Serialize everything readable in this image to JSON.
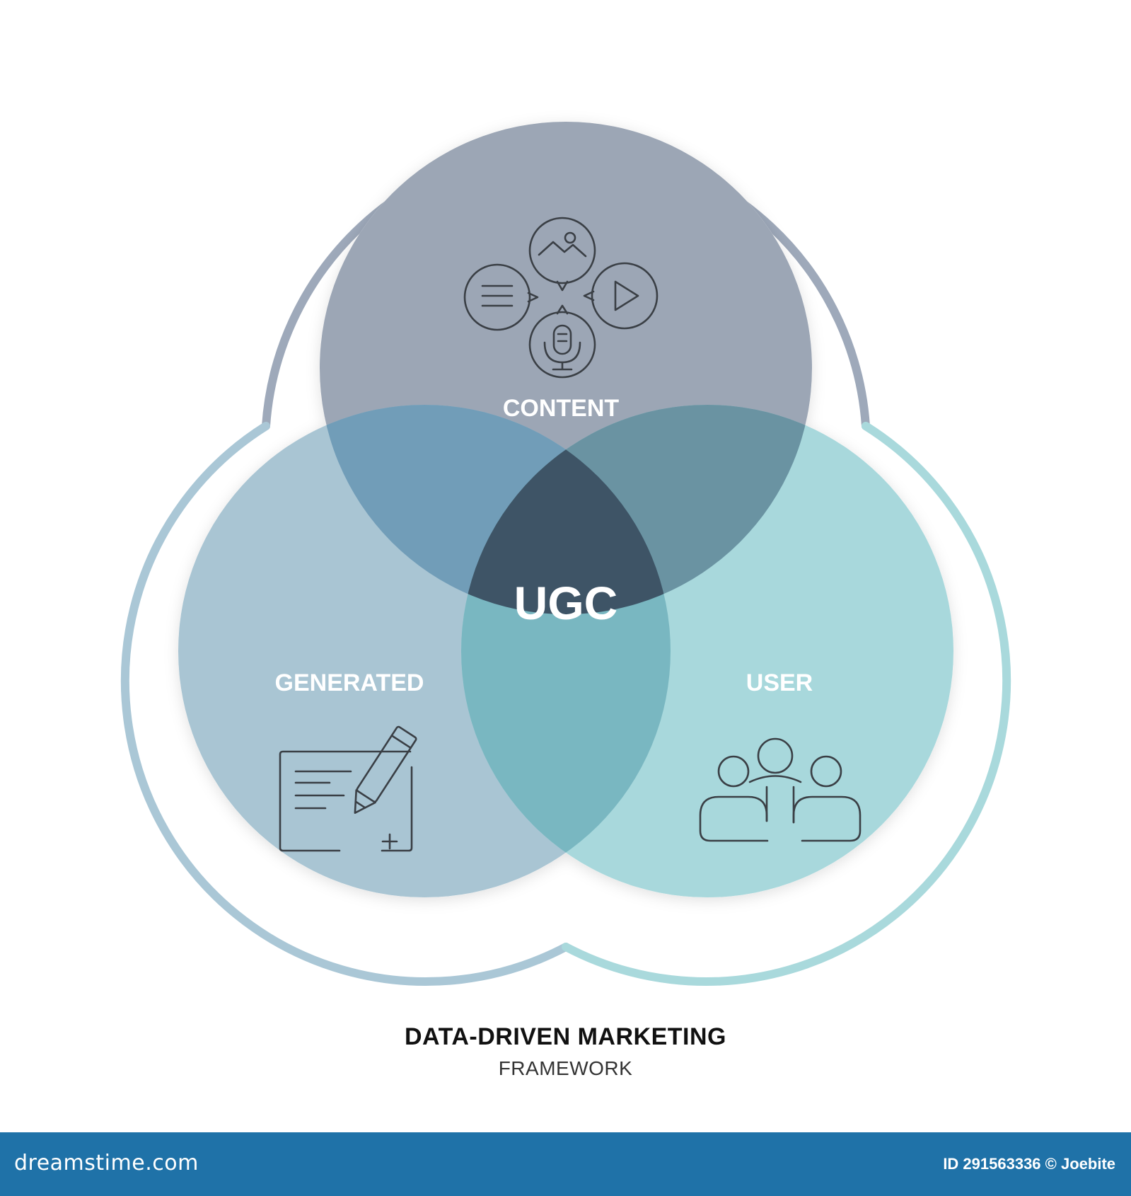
{
  "diagram": {
    "center_label": "UGC",
    "circles": [
      {
        "label": "CONTENT",
        "icon": "content-formats-icon",
        "color": "#9ca6b5"
      },
      {
        "label": "GENERATED",
        "icon": "write-pen-icon",
        "color": "#a9c5d3"
      },
      {
        "label": "USER",
        "icon": "user-group-icon",
        "color": "#a8d8dc"
      }
    ],
    "colors": {
      "outline_top": "#9ea9ba",
      "outline_left": "#aac7d6",
      "outline_right": "#a9d9dc",
      "overlap_content_generated": "#719db8",
      "overlap_content_user": "#6a93a2",
      "overlap_generated_user": "#79b7c1",
      "center": "#3e5466"
    }
  },
  "caption": {
    "title": "DATA-DRIVEN MARKETING",
    "subtitle": "FRAMEWORK"
  },
  "footer": {
    "site": "dreamstime.com",
    "credit": "ID 291563336 © Joebite"
  }
}
